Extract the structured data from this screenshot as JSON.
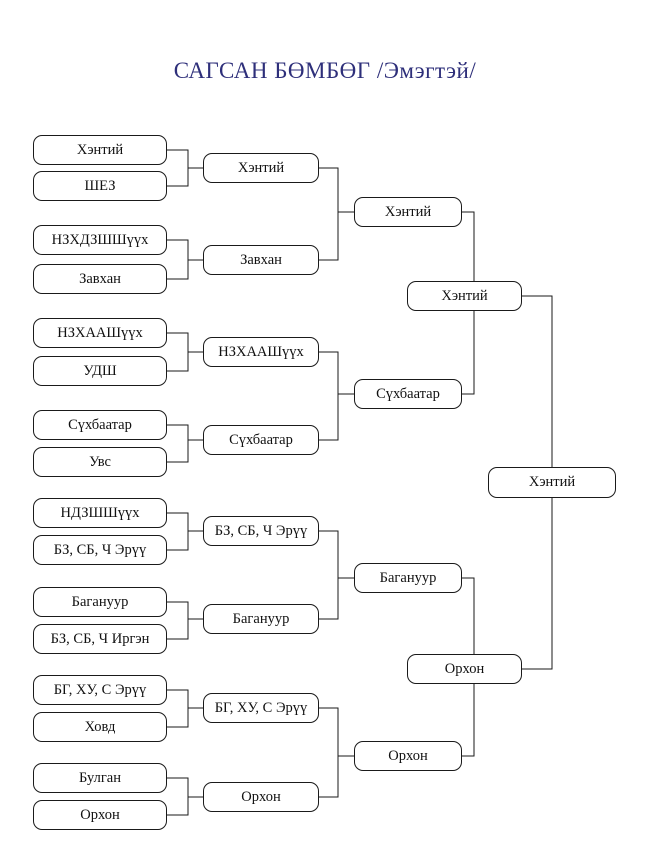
{
  "title": "САГСАН БӨМБӨГ /Эмэгтэй/",
  "bracket": {
    "round1": [
      "Хэнтий",
      "ШЕЗ",
      "НЗХДЗШШүүх",
      "Завхан",
      "НЗХААШүүх",
      "УДШ",
      "Сүхбаатар",
      "Увс",
      "НДЗШШүүх",
      "БЗ, СБ, Ч Эрүү",
      "Багануур",
      "БЗ, СБ, Ч Иргэн",
      "БГ, ХУ, С Эрүү",
      "Ховд",
      "Булган",
      "Орхон"
    ],
    "round2": [
      "Хэнтий",
      "Завхан",
      "НЗХААШүүх",
      "Сүхбаатар",
      "БЗ, СБ, Ч Эрүү",
      "Багануур",
      "БГ, ХУ, С Эрүү",
      "Орхон"
    ],
    "round3": [
      "Хэнтий",
      "Сүхбаатар",
      "Багануур",
      "Орхон"
    ],
    "round4": [
      "Хэнтий",
      "Орхон"
    ],
    "final": "Хэнтий"
  }
}
